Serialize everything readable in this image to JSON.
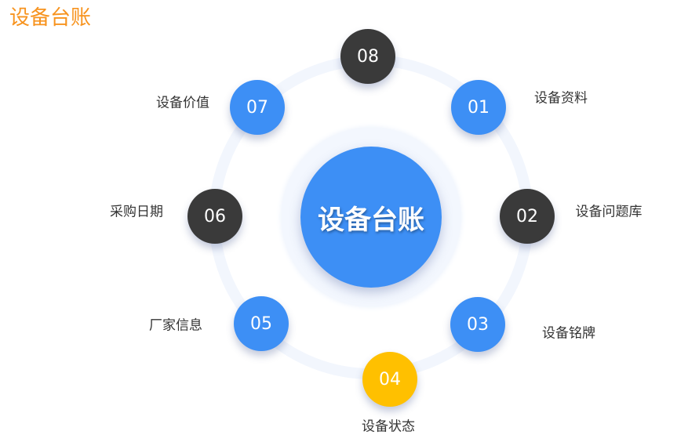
{
  "title": "设备台账",
  "center_label": "设备台账",
  "colors": {
    "blue": "#3d8ff5",
    "dark": "#3a3a3a",
    "yellow": "#ffc000",
    "title": "#f7931e"
  },
  "nodes": [
    {
      "num": "01",
      "label": "设备资料",
      "color": "blue"
    },
    {
      "num": "02",
      "label": "设备问题库",
      "color": "dark"
    },
    {
      "num": "03",
      "label": "设备铭牌",
      "color": "blue"
    },
    {
      "num": "04",
      "label": "设备状态",
      "color": "yellow"
    },
    {
      "num": "05",
      "label": "厂家信息",
      "color": "blue"
    },
    {
      "num": "06",
      "label": "采购日期",
      "color": "dark"
    },
    {
      "num": "07",
      "label": "设备价值",
      "color": "blue"
    },
    {
      "num": "08",
      "color": "dark"
    }
  ]
}
